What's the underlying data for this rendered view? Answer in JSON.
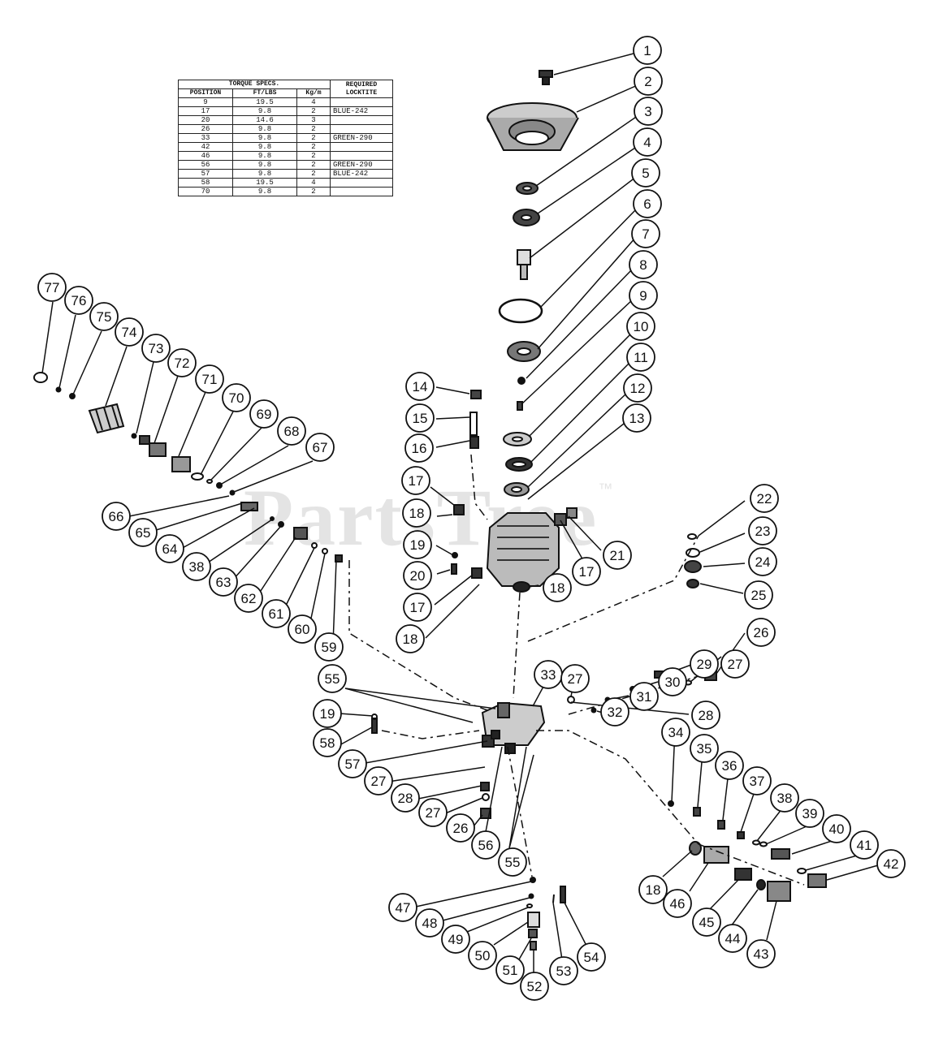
{
  "watermark": {
    "text": "PartsTree",
    "mark": "™"
  },
  "torque_table": {
    "headers": {
      "group": "TORQUE SPECS.",
      "position": "POSITION",
      "ftlbs": "FT/LBS",
      "kgm": "Kg/m",
      "loctite": "REQUIRED LOCKTITE"
    },
    "rows": [
      [
        "9",
        "19.5",
        "4",
        ""
      ],
      [
        "17",
        "9.8",
        "2",
        "BLUE-242"
      ],
      [
        "20",
        "14.6",
        "3",
        ""
      ],
      [
        "26",
        "9.8",
        "2",
        ""
      ],
      [
        "33",
        "9.8",
        "2",
        "GREEN-290"
      ],
      [
        "42",
        "9.8",
        "2",
        ""
      ],
      [
        "46",
        "9.8",
        "2",
        ""
      ],
      [
        "56",
        "9.8",
        "2",
        "GREEN-290"
      ],
      [
        "57",
        "9.8",
        "2",
        "BLUE-242"
      ],
      [
        "58",
        "19.5",
        "4",
        ""
      ],
      [
        "70",
        "9.8",
        "2",
        ""
      ]
    ]
  },
  "callouts": [
    "1",
    "2",
    "3",
    "4",
    "5",
    "6",
    "7",
    "8",
    "9",
    "10",
    "11",
    "12",
    "13",
    "14",
    "15",
    "16",
    "17",
    "18",
    "19",
    "20",
    "17",
    "18",
    "21",
    "17",
    "18",
    "22",
    "23",
    "24",
    "25",
    "26",
    "27",
    "29",
    "30",
    "31",
    "32",
    "28",
    "33",
    "27",
    "55",
    "19",
    "58",
    "57",
    "27",
    "28",
    "27",
    "26",
    "56",
    "55",
    "34",
    "35",
    "36",
    "37",
    "38",
    "39",
    "40",
    "41",
    "42",
    "18",
    "46",
    "45",
    "44",
    "43",
    "47",
    "48",
    "49",
    "50",
    "51",
    "52",
    "53",
    "54",
    "77",
    "76",
    "75",
    "74",
    "73",
    "72",
    "71",
    "70",
    "69",
    "68",
    "67",
    "66",
    "65",
    "64",
    "38",
    "63",
    "62",
    "61",
    "60",
    "59"
  ]
}
